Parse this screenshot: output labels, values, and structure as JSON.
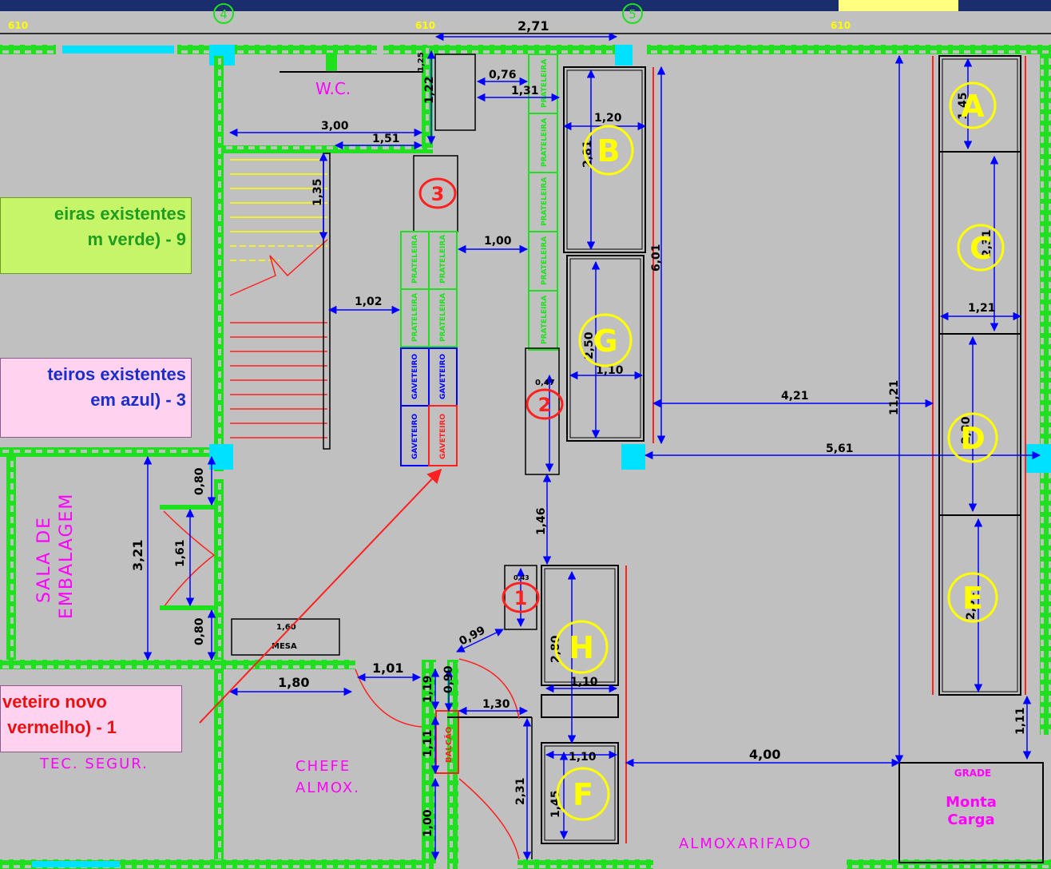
{
  "legend": {
    "shelves": {
      "line1": "eiras existentes",
      "line2": "m verde) - 9"
    },
    "drawers": {
      "line1": "teiros existentes",
      "line2": "em azul) - 3"
    },
    "new_drawer": {
      "line1": "veteiro novo",
      "line2": " vermelho) - 1"
    }
  },
  "rooms": {
    "wc": "W.C.",
    "sala_line1": "SALA  DE",
    "sala_line2": "EMBALAGEM",
    "chefe_line1": "CHEFE",
    "chefe_line2": "ALMOX.",
    "almoxarifado": "ALMOXARIFADO",
    "monta_line1": "Monta",
    "monta_line2": "Carga",
    "grade": "GRADE",
    "partial": "TEC. SEGUR."
  },
  "axes": {
    "c4": "4",
    "c5": "5",
    "s1": "610",
    "s2": "610",
    "s3": "610"
  },
  "labels": {
    "prateleira": "PRATELEIRA",
    "gaveteiro": "GAVETEIRO",
    "balcao": "BALCÃO",
    "mesa": "MESA"
  },
  "zones": {
    "A": "A",
    "B": "B",
    "C": "C",
    "D": "D",
    "E": "E",
    "F": "F",
    "G": "G",
    "H": "H"
  },
  "markers": {
    "m1": "1",
    "m2": "2",
    "m3": "3"
  },
  "dims": {
    "d271": "2,71",
    "d376": "0,76",
    "d131": "1,31",
    "d122": "1,22",
    "d125": "1,25",
    "d300": "3,00",
    "d151": "1,51",
    "d135": "1,35",
    "d100": "1,00",
    "d102": "1,02",
    "d120": "1,20",
    "d601": "6,01",
    "d110g": "1,10",
    "d421": "4,21",
    "d561": "5,61",
    "d1121": "11,21",
    "d121": "1,21",
    "d146": "1,46",
    "d080a": "0,80",
    "d321": "3,21",
    "d161": "1,61",
    "d080b": "0,80",
    "d180": "1,80",
    "d101": "1,01",
    "d099": "0,99",
    "d119": "1,19",
    "d090": "0,90",
    "d130": "1,30",
    "d110h": "1,10",
    "d110f": "1,10",
    "d400": "4,00",
    "d111": "1,11",
    "d111b": "1,11",
    "d231": "2,31",
    "d100b": "1,00",
    "d145": "1,45",
    "d231c": "2,31",
    "d230": "2,30",
    "d281": "2,81",
    "d250": "2,50",
    "d047": "0,47",
    "d043": "0,43",
    "d160": "1,60",
    "d280": "2,80",
    "d145f": "1,45",
    "d281b": "2,81"
  }
}
